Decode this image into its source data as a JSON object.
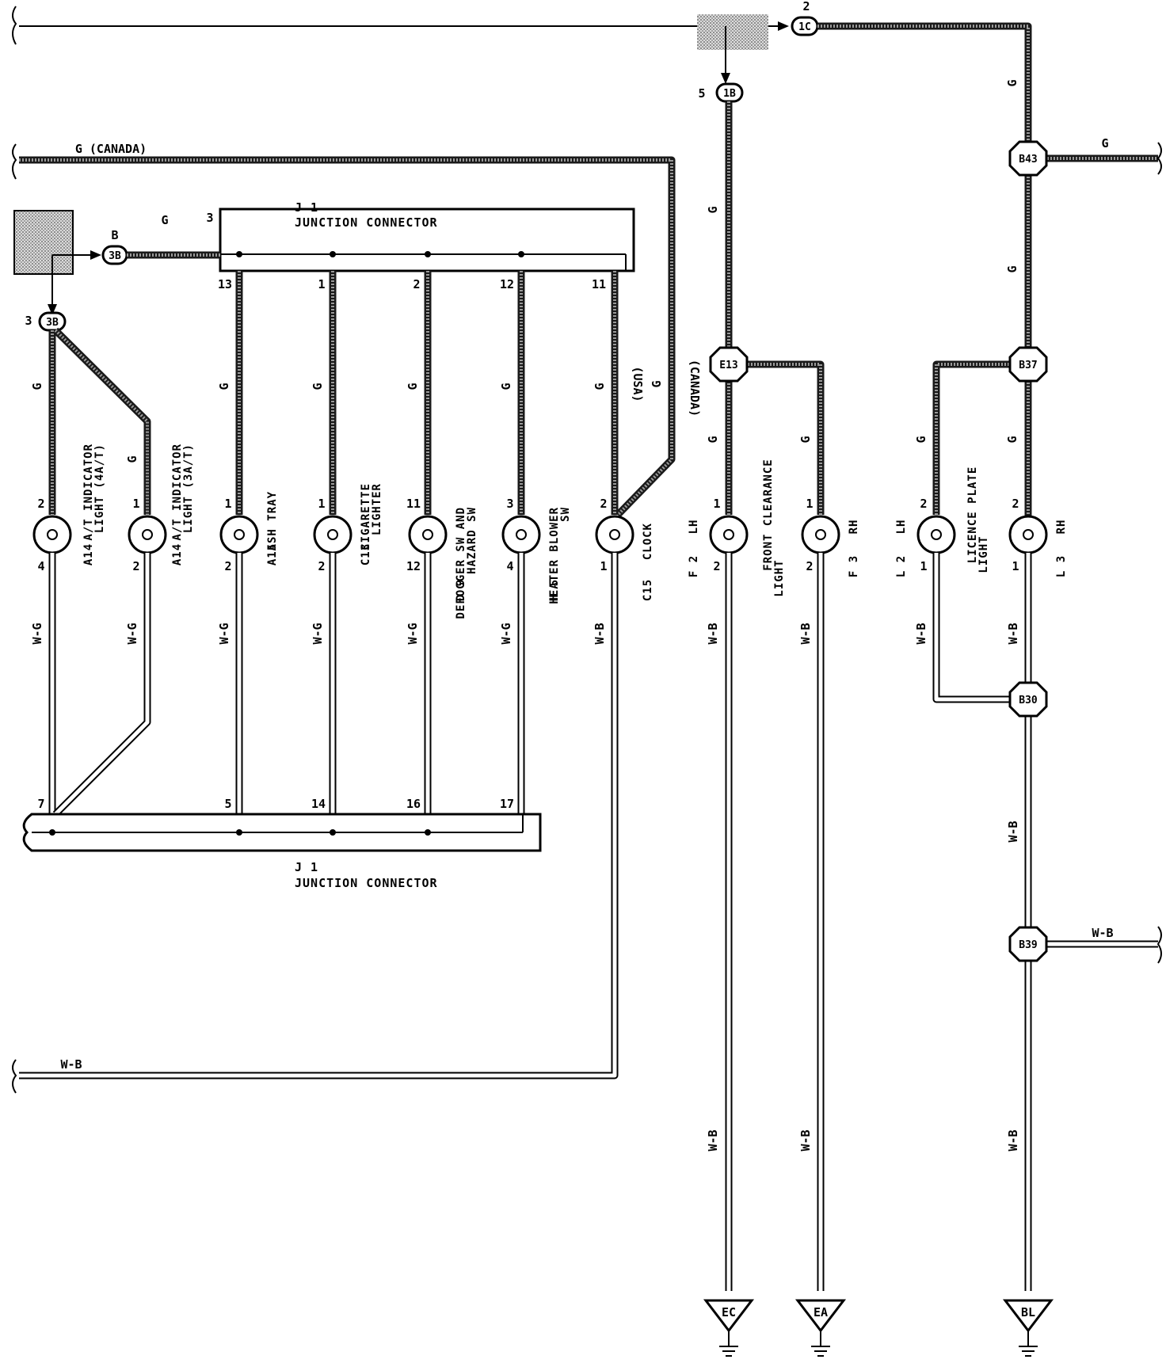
{
  "colors": {
    "ink": "#000000",
    "wire_g_fill": "#9a9a9a",
    "shade": "#c8c8c8",
    "background": "#ffffff"
  },
  "top": {
    "conn_1C": "1C",
    "pin_1C": "2",
    "conn_1B": "1B",
    "pin_1B": "5"
  },
  "wire_colors": {
    "g": "G",
    "g_canada": "G (CANADA)",
    "wb": "W-B",
    "wg": "W-G",
    "usa": "(USA)",
    "canada": "(CANADA)",
    "b": "B"
  },
  "j1_top": {
    "name": "J 1",
    "subtitle": "JUNCTION CONNECTOR",
    "input_pin": "3",
    "conn_3B": "3B",
    "pins": [
      "13",
      "1",
      "2",
      "12",
      "11"
    ]
  },
  "j1_bottom": {
    "name": "J 1",
    "subtitle": "JUNCTION CONNECTOR",
    "pins": [
      "7",
      "5",
      "14",
      "16",
      "17"
    ]
  },
  "conn_3B_left": {
    "label": "3B",
    "pin": "3"
  },
  "components": [
    {
      "id": "A14a",
      "code": "A14",
      "desc": "A/T INDICATOR",
      "desc2": "LIGHT (4A/T)",
      "pin_top": "2",
      "pin_bottom": "4"
    },
    {
      "id": "A14b",
      "code": "A14",
      "desc": "A/T INDICATOR",
      "desc2": "LIGHT (3A/T)",
      "pin_top": "1",
      "pin_bottom": "2"
    },
    {
      "id": "A15",
      "code": "A15",
      "desc": "ASH TRAY",
      "desc2": "",
      "pin_top": "1",
      "pin_bottom": "2"
    },
    {
      "id": "C13",
      "code": "C13",
      "desc": "CIGARETTE",
      "desc2": "LIGHTER",
      "pin_top": "1",
      "pin_bottom": "2"
    },
    {
      "id": "D9",
      "code": "D 9",
      "desc": "DEFOGGER SW AND",
      "desc2": "HAZARD SW",
      "pin_top": "11",
      "pin_bottom": "12"
    },
    {
      "id": "H5",
      "code": "H 5",
      "desc": "HEATER BLOWER",
      "desc2": "SW",
      "pin_top": "3",
      "pin_bottom": "4"
    },
    {
      "id": "C15",
      "code": "C15",
      "desc": "CLOCK",
      "desc2": "",
      "pin_top": "2",
      "pin_bottom": "1"
    },
    {
      "id": "F2",
      "code": "F 2",
      "desc": "LH",
      "desc2": "",
      "pin_top": "1",
      "pin_bottom": "2"
    },
    {
      "id": "F3",
      "code": "F 3",
      "desc": "RH",
      "desc2": "",
      "pin_top": "1",
      "pin_bottom": "2"
    },
    {
      "id": "L2",
      "code": "L 2",
      "desc": "LH",
      "desc2": "",
      "pin_top": "2",
      "pin_bottom": "1"
    },
    {
      "id": "L3",
      "code": "L 3",
      "desc": "RH",
      "desc2": "",
      "pin_top": "2",
      "pin_bottom": "1"
    }
  ],
  "group_labels": {
    "front_clearance": "FRONT CLEARANCE",
    "front_clearance2": "LIGHT",
    "licence_plate": "LICENCE PLATE",
    "licence_plate2": "LIGHT"
  },
  "splices": {
    "E13": "E13",
    "B43": "B43",
    "B37": "B37",
    "B30": "B30",
    "B39": "B39"
  },
  "grounds": {
    "EC": "EC",
    "EA": "EA",
    "BL": "BL"
  }
}
